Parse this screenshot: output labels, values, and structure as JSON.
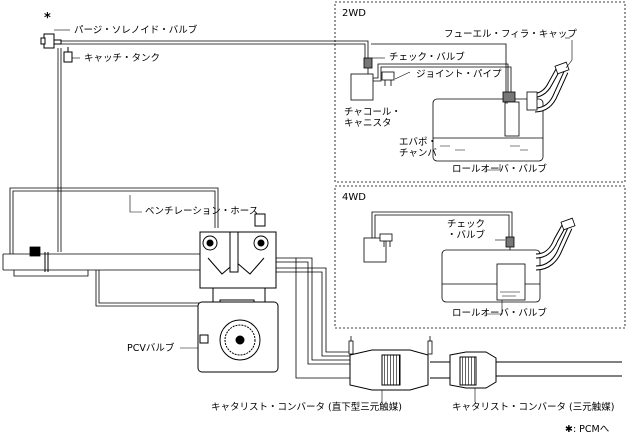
{
  "diagram": {
    "star": "*",
    "footnote": "✱: PCMへ",
    "boxes": {
      "box_2wd": "2WD",
      "box_4wd": "4WD"
    },
    "labels": {
      "purge_valve": "パージ・ソレノイド・バルブ",
      "catch_tank": "キャッチ・タンク",
      "filler_cap": "フューエル・フィラ・キャップ",
      "check_valve_2wd": "チェック・バルブ",
      "joint_pipe": "ジョイント・パイプ",
      "charcoal_canister_1": "チャコール・",
      "charcoal_canister_2": "キャニスタ",
      "evap_chamber_1": "エバポ・",
      "evap_chamber_2": "チャンバ",
      "rollover_2wd": "ロールオーバ・バルブ",
      "ventilation_hose": "ベンチレーション・ホース",
      "check_valve_4wd_1": "チェック",
      "check_valve_4wd_2": "・バルブ",
      "rollover_4wd": "ロールオーバ・バルブ",
      "pcv_valve": "PCVバルブ",
      "catalyst_direct": "キャタリスト・コンバータ (直下型三元触媒)",
      "catalyst_main": "キャタリスト・コンバータ (三元触媒)"
    }
  }
}
